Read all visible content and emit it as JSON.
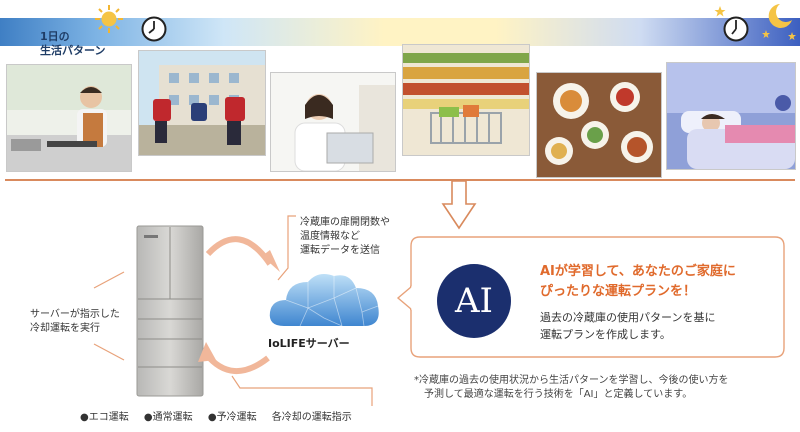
{
  "timeline": {
    "label_line1": "1日の",
    "label_line2": "生活パターン"
  },
  "server": {
    "data_sent_lines": [
      "冷蔵庫の扉開閉数や",
      "温度情報など",
      "運転データを送信"
    ],
    "label": "IoLIFEサーバー"
  },
  "fridge": {
    "instruction_lines": [
      "サーバーが指示した",
      "冷却運転を実行"
    ]
  },
  "ai": {
    "badge": "AI",
    "headline_lines": [
      "AIが学習して、あなたのご家庭に",
      "ぴったりな運転プランを！"
    ],
    "desc_lines": [
      "過去の冷蔵庫の使用パターンを基に",
      "運転プランを作成します。"
    ]
  },
  "footnote_lines": [
    "*冷蔵庫の過去の使用状況から生活パターンを学習し、今後の使い方を",
    "予測して最適な運転を行う技術を「AI」と定義しています。"
  ],
  "legend": [
    "●エコ運転",
    "●通常運転",
    "●予冷運転",
    "各冷却の運転指示"
  ],
  "colors": {
    "accent_orange": "#e06a2c",
    "navy": "#1b2f6e",
    "line_orange": "#d98a5d",
    "cloud_blue": "#4a90d9"
  }
}
